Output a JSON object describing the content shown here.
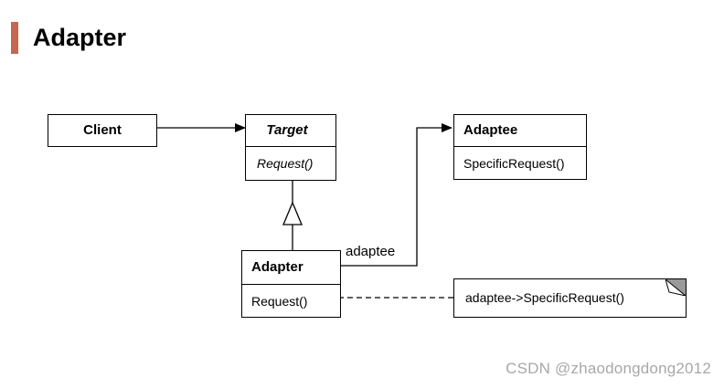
{
  "slide": {
    "title": "Adapter"
  },
  "diagram": {
    "client": {
      "name": "Client"
    },
    "target": {
      "name": "Target",
      "operation": "Request()"
    },
    "adaptee": {
      "name": "Adaptee",
      "operation": "SpecificRequest()"
    },
    "adapter": {
      "name": "Adapter",
      "operation": "Request()"
    },
    "association_label": "adaptee",
    "note": {
      "text": "adaptee->SpecificRequest()"
    }
  },
  "watermark": "CSDN @zhaodongdong2012"
}
